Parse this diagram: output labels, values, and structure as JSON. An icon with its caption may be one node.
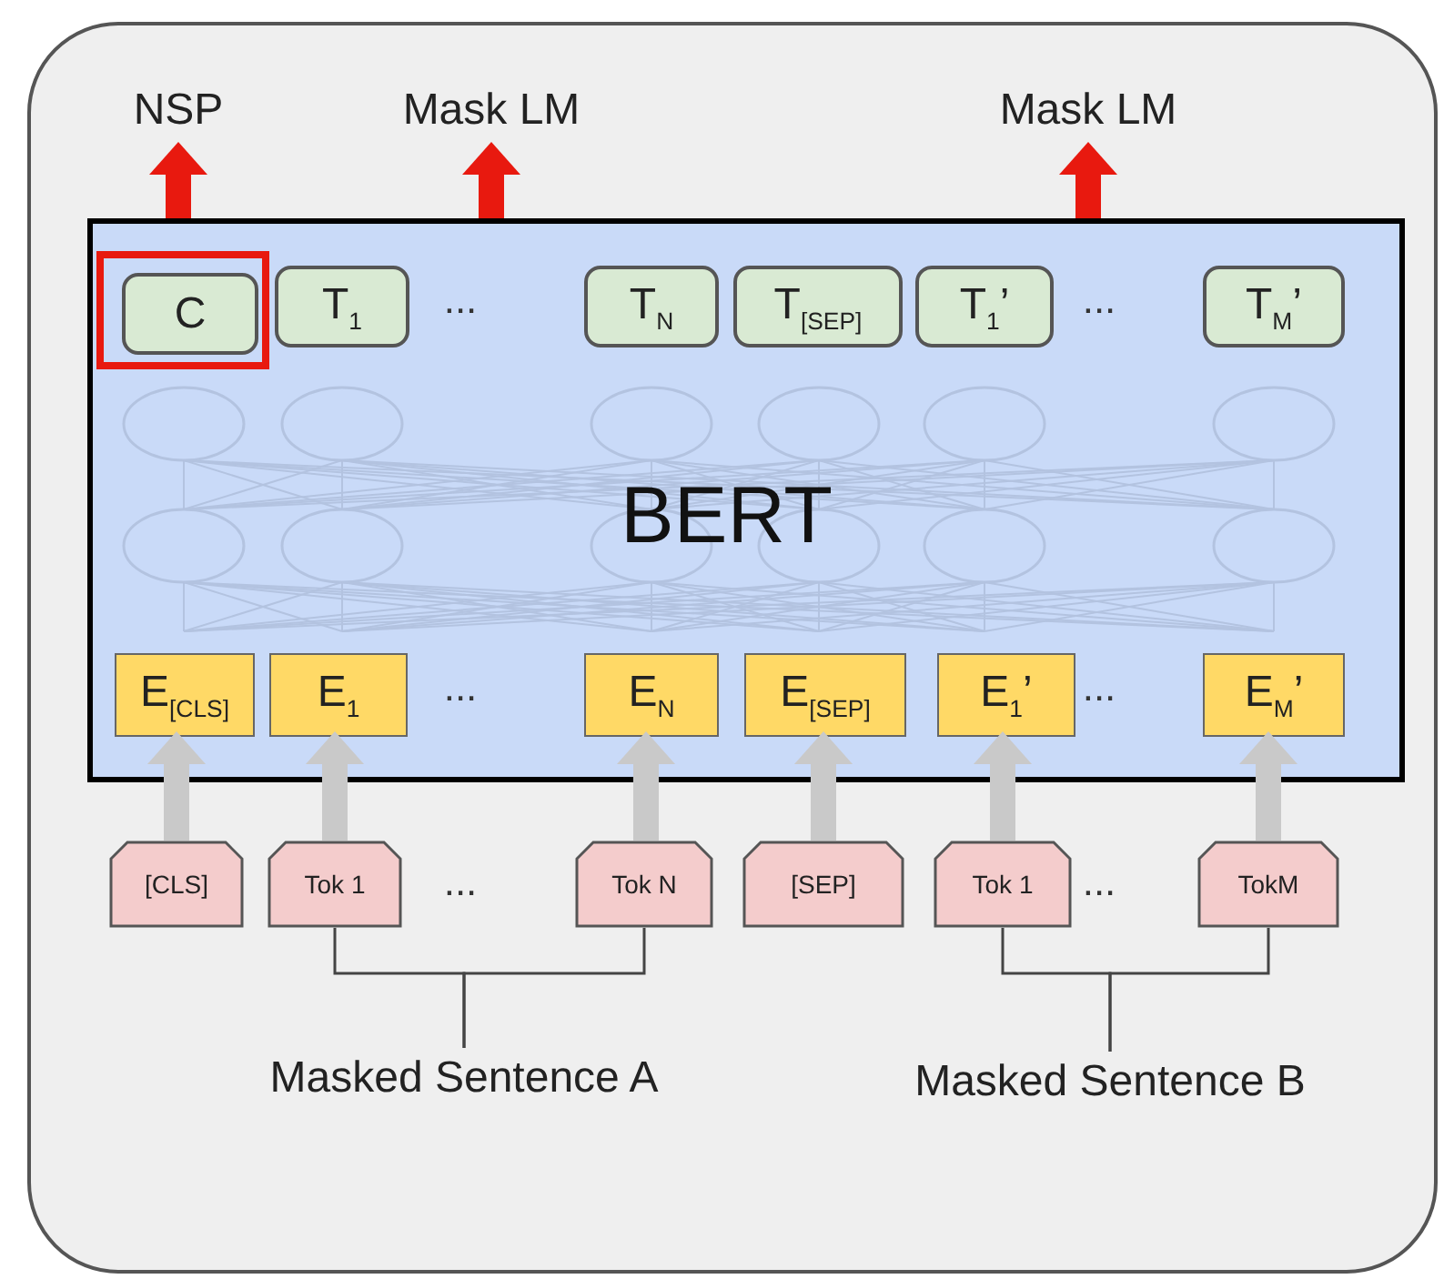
{
  "diagram": {
    "nodes": [
      {
        "text": [
          "NSP"
        ]
      },
      {
        "text": [
          "Mask LM"
        ]
      },
      {
        "text": [
          "Mask LM"
        ]
      },
      {
        "text": [
          "BERT"
        ]
      },
      {
        "text": [],
        "shape": "box",
        "in": 3
      },
      {
        "text": [
          "C"
        ],
        "in": 4
      },
      {
        "text": [
          "T$_{1}$"
        ],
        "in": 3
      },
      {
        "text": [
          "T$_{N}$"
        ],
        "in": 3
      },
      {
        "text": [
          "T$_{[SEP]}$"
        ],
        "in": 3
      },
      {
        "text": [
          "T$_{1}$’"
        ],
        "in": 3
      },
      {
        "text": [
          "T$_{M}$’"
        ],
        "in": 3
      },
      {
        "text": [
          "E$_{[CLS]}$"
        ],
        "in": 3
      },
      {
        "text": [
          "E$_{1}$"
        ],
        "in": 3
      },
      {
        "text": [
          "E$_{N}$"
        ],
        "in": 3
      },
      {
        "text": [
          "E$_{[SEP]}$"
        ],
        "in": 3
      },
      {
        "text": [
          "E$_{1}$’"
        ],
        "in": 3
      },
      {
        "text": [
          "E$_{M}$’"
        ],
        "in": 3
      },
      {
        "text": [
          "[CLS]"
        ]
      },
      {
        "text": [
          "Tok 1"
        ]
      },
      {
        "text": [
          "Tok N"
        ]
      },
      {
        "text": [
          "[SEP]"
        ]
      },
      {
        "text": [
          "Tok 1"
        ]
      },
      {
        "text": [
          "TokM"
        ]
      },
      {
        "text": [
          "Masked Sentence A"
        ]
      },
      {
        "text": [
          "Masked Sentence B"
        ]
      }
    ],
    "edges": [
      {
        "from": 3,
        "to": 0,
        "arrow": "to",
        "color": "#e8190f"
      },
      {
        "from": 3,
        "to": 1,
        "arrow": "to",
        "color": "#e8190f"
      },
      {
        "from": 3,
        "to": 2,
        "arrow": "to",
        "color": "#e8190f"
      },
      {
        "from": 17,
        "to": 11,
        "arrow": "to"
      },
      {
        "from": 18,
        "to": 12,
        "arrow": "to"
      },
      {
        "from": 19,
        "to": 13,
        "arrow": "to"
      },
      {
        "from": 20,
        "to": 14,
        "arrow": "to"
      },
      {
        "from": 21,
        "to": 15,
        "arrow": "to"
      },
      {
        "from": 22,
        "to": 16,
        "arrow": "to"
      },
      {
        "from": 18,
        "to": 23,
        "arrow": "none",
        "color": "#444444"
      },
      {
        "from": 19,
        "to": 23,
        "arrow": "none",
        "color": "#444444"
      },
      {
        "from": 21,
        "to": 24,
        "arrow": "none",
        "color": "#444444"
      },
      {
        "from": 22,
        "to": 24,
        "arrow": "none",
        "color": "#444444"
      }
    ],
    "labels": [
      "...",
      "...",
      "...",
      "...",
      "...",
      "..."
    ]
  }
}
